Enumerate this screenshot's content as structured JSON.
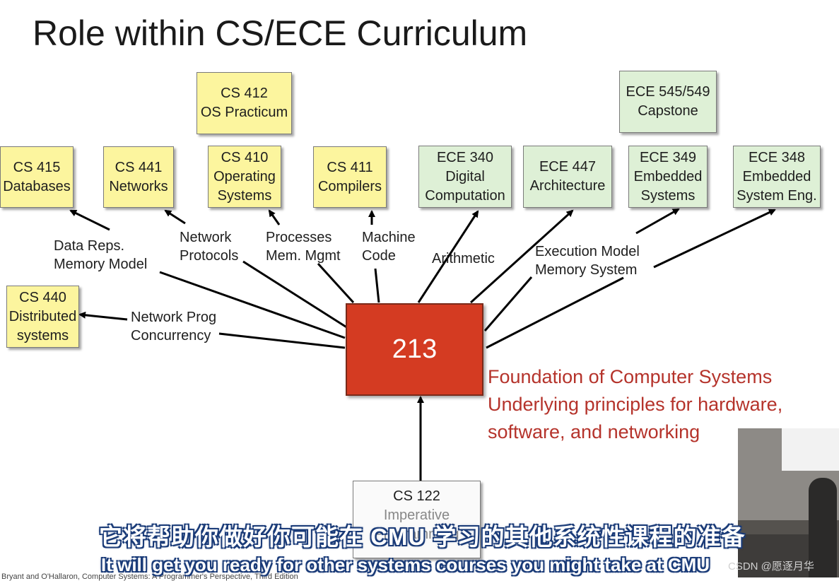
{
  "title": "Role within CS/ECE Curriculum",
  "center": "213",
  "courses": {
    "cs412": [
      "CS 412",
      "OS Practicum"
    ],
    "ece545": [
      "ECE 545/549",
      "Capstone"
    ],
    "cs415": [
      "CS 415",
      "Databases"
    ],
    "cs441": [
      "CS 441",
      "Networks"
    ],
    "cs410": [
      "CS 410",
      "Operating",
      "Systems"
    ],
    "cs411": [
      "CS 411",
      "Compilers"
    ],
    "ece340": [
      "ECE 340",
      "Digital",
      "Computation"
    ],
    "ece447": [
      "ECE 447",
      "Architecture"
    ],
    "ece349": [
      "ECE 349",
      "Embedded",
      "Systems"
    ],
    "ece348": [
      "ECE 348",
      "Embedded",
      "System Eng."
    ],
    "cs440": [
      "CS 440",
      "Distributed",
      "systems"
    ],
    "cs122": [
      "CS 122",
      "Imperative",
      "Programming"
    ]
  },
  "labels": {
    "data_reps": [
      "Data Reps.",
      "Memory Model"
    ],
    "network_protocols": [
      "Network",
      "Protocols"
    ],
    "processes": [
      "Processes",
      "Mem. Mgmt"
    ],
    "machine_code": [
      "Machine",
      "Code"
    ],
    "arithmetic": [
      "Arithmetic"
    ],
    "execution_model": [
      "Execution Model",
      "Memory System"
    ],
    "network_prog": [
      "Network Prog",
      "Concurrency"
    ]
  },
  "foundation": [
    "Foundation of Computer Systems",
    "Underlying principles for hardware,",
    "software, and networking"
  ],
  "subtitle_zh": "它将帮助你做好你可能在 CMU 学习的其他系统性课程的准备",
  "subtitle_en": "It will get you ready for other systems courses you might take  at CMU",
  "watermark": "CSDN @愿逐月华",
  "citation": "Bryant and O'Hallaron, Computer Systems: A Programmer's Perspective, Third Edition",
  "colors": {
    "cs_box": "#fcf59e",
    "ece_box": "#def0d6",
    "center_box": "#d43b22",
    "foundation_text": "#b5332b",
    "arrow": "#000000"
  }
}
